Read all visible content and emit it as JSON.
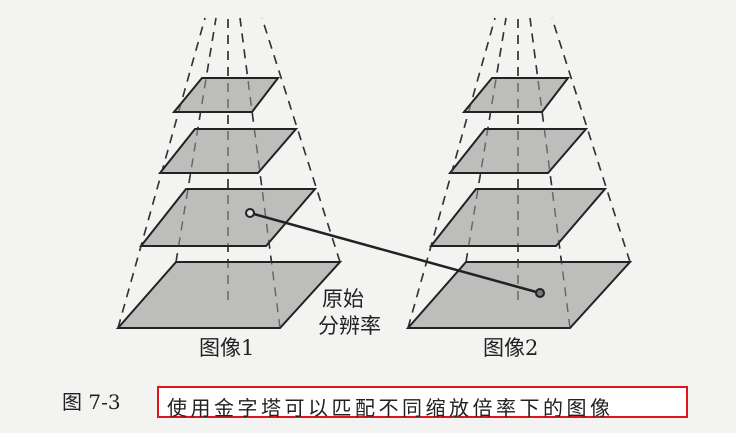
{
  "labels": {
    "original_line1": "原始",
    "original_line2": "分辨率",
    "image1": "图像1",
    "image2": "图像2"
  },
  "caption": {
    "figure_number": "图 7-3",
    "text": "使用金字塔可以匹配不同缩放倍率下的图像"
  },
  "colors": {
    "layer_fill": "#b9b9b7",
    "highlight_border": "#e0141c"
  }
}
